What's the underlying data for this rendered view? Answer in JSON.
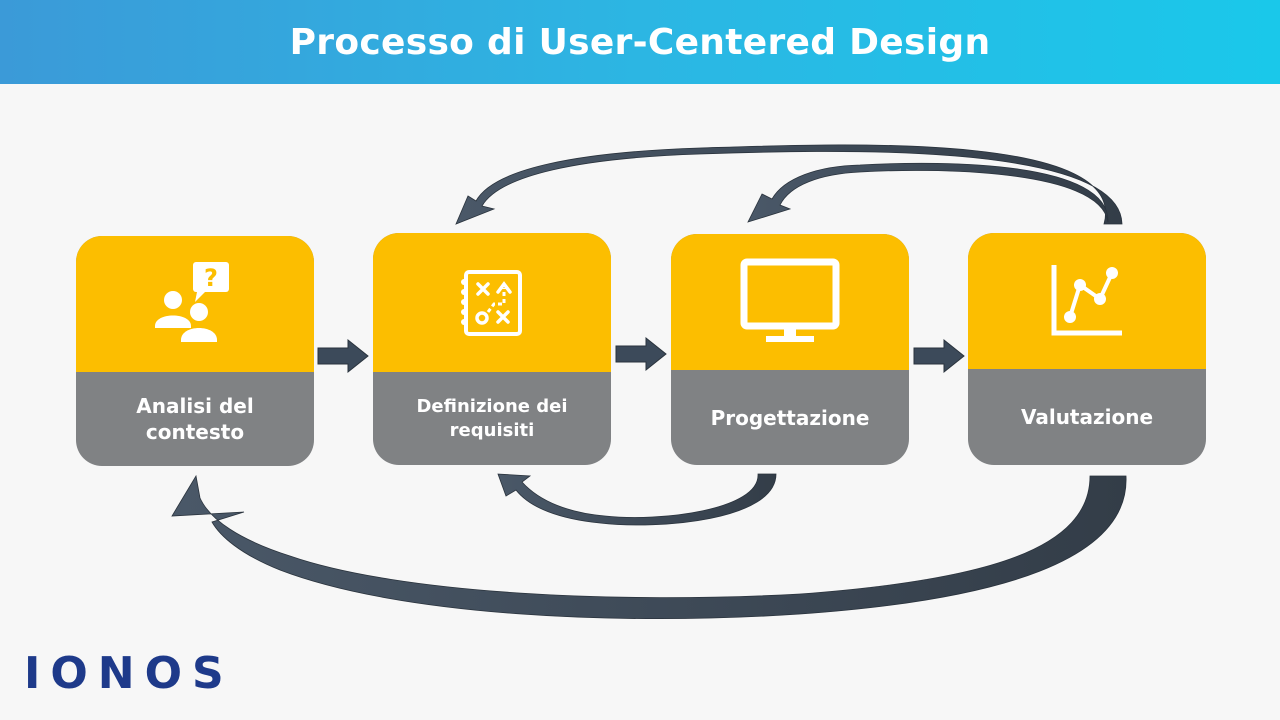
{
  "title": "Processo di User-Centered Design",
  "steps": [
    {
      "label": "Analisi del\ncontesto",
      "icon": "people-question-icon"
    },
    {
      "label": "Definizione dei\nrequisiti",
      "icon": "strategy-board-icon"
    },
    {
      "label": "Progettazione",
      "icon": "monitor-icon"
    },
    {
      "label": "Valutazione",
      "icon": "line-chart-icon"
    }
  ],
  "logo": "IONOS",
  "colors": {
    "header_start": "#3b9ad8",
    "header_end": "#1ac8ea",
    "card_top": "#fcbe00",
    "card_bottom": "#808284",
    "arrow": "#3c4a5a",
    "logo": "#1e3a8a"
  }
}
